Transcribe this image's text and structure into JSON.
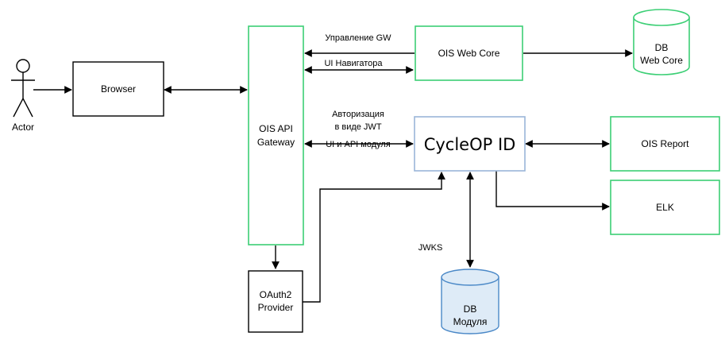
{
  "actor": {
    "label": "Actor"
  },
  "nodes": {
    "browser": {
      "label": "Browser"
    },
    "gateway": {
      "lines": [
        "OIS API",
        "Gateway"
      ]
    },
    "web_core": {
      "label": "OIS Web Core"
    },
    "db_web_core": {
      "lines": [
        "DB",
        "Web Core"
      ]
    },
    "cycleop": {
      "label": "CycleOP ID"
    },
    "ois_report": {
      "label": "OIS Report"
    },
    "elk": {
      "label": "ELK"
    },
    "oauth2": {
      "lines": [
        "OAuth2",
        "Provider"
      ]
    },
    "db_module": {
      "lines": [
        "DB",
        "Модуля"
      ]
    }
  },
  "edges": {
    "gw_mgmt": "Управление GW",
    "ui_nav": "UI Навигатора",
    "auth": [
      "Авторизация",
      "в виде JWT",
      "UI и API модуля"
    ],
    "jwks": "JWKS"
  },
  "colors": {
    "green": "#3ccf75",
    "blue": "#9ab6d8",
    "black": "#000000",
    "db_fill": "#deebf7",
    "db_stroke": "#4a88c7"
  }
}
